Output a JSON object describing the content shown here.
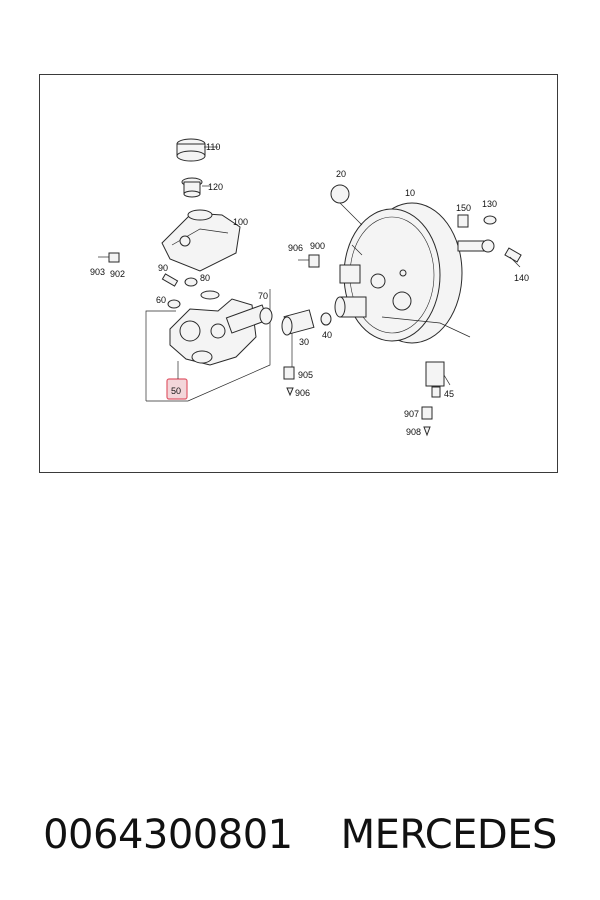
{
  "caption": {
    "part_number": "0064300801",
    "brand": "MERCEDES"
  },
  "diagram": {
    "labels": {
      "p110": "110",
      "p120": "120",
      "p100": "100",
      "p20": "20",
      "p10": "10",
      "p150": "150",
      "p130": "130",
      "p906a": "906",
      "p900": "900",
      "p903": "903",
      "p902": "902",
      "p90": "90",
      "p80": "80",
      "p140": "140",
      "p70": "70",
      "p60": "60",
      "p30": "30",
      "p40": "40",
      "p905": "905",
      "p906b": "906",
      "p50": "50",
      "p45": "45",
      "p907": "907",
      "p908": "908"
    },
    "highlight_color": "#e05a6a"
  }
}
